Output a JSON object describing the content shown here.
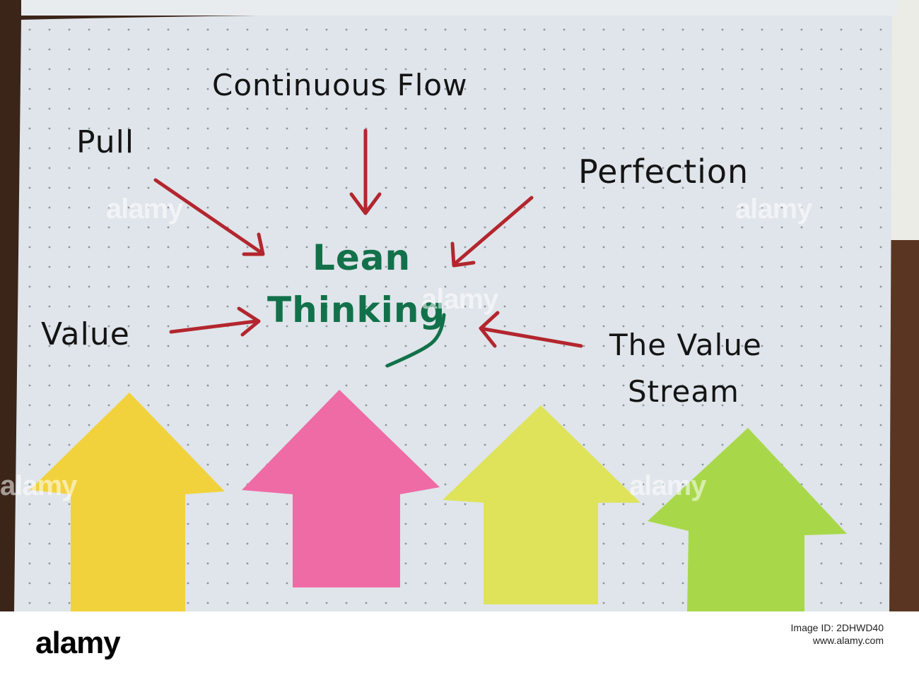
{
  "scene": {
    "center_label_line1": "Lean",
    "center_label_line2": "Thinking",
    "labels": {
      "continuous_flow": "Continuous Flow",
      "pull": "Pull",
      "perfection": "Perfection",
      "value": "Value",
      "value_stream_line1": "The Value",
      "value_stream_line2": "Stream"
    },
    "watermark_text": "alamy",
    "colors": {
      "paper": "#dfe5ea",
      "arrow_ink": "#b3262e",
      "center_ink": "#12714a",
      "sticky_yellow": "#f2d23c",
      "sticky_pink": "#ee6ba6",
      "sticky_lime": "#dfe35a",
      "sticky_green": "#a8d84a"
    }
  },
  "footer": {
    "logo": "alamy",
    "image_id_label": "Image ID: 2DHWD40",
    "url": "www.alamy.com"
  }
}
